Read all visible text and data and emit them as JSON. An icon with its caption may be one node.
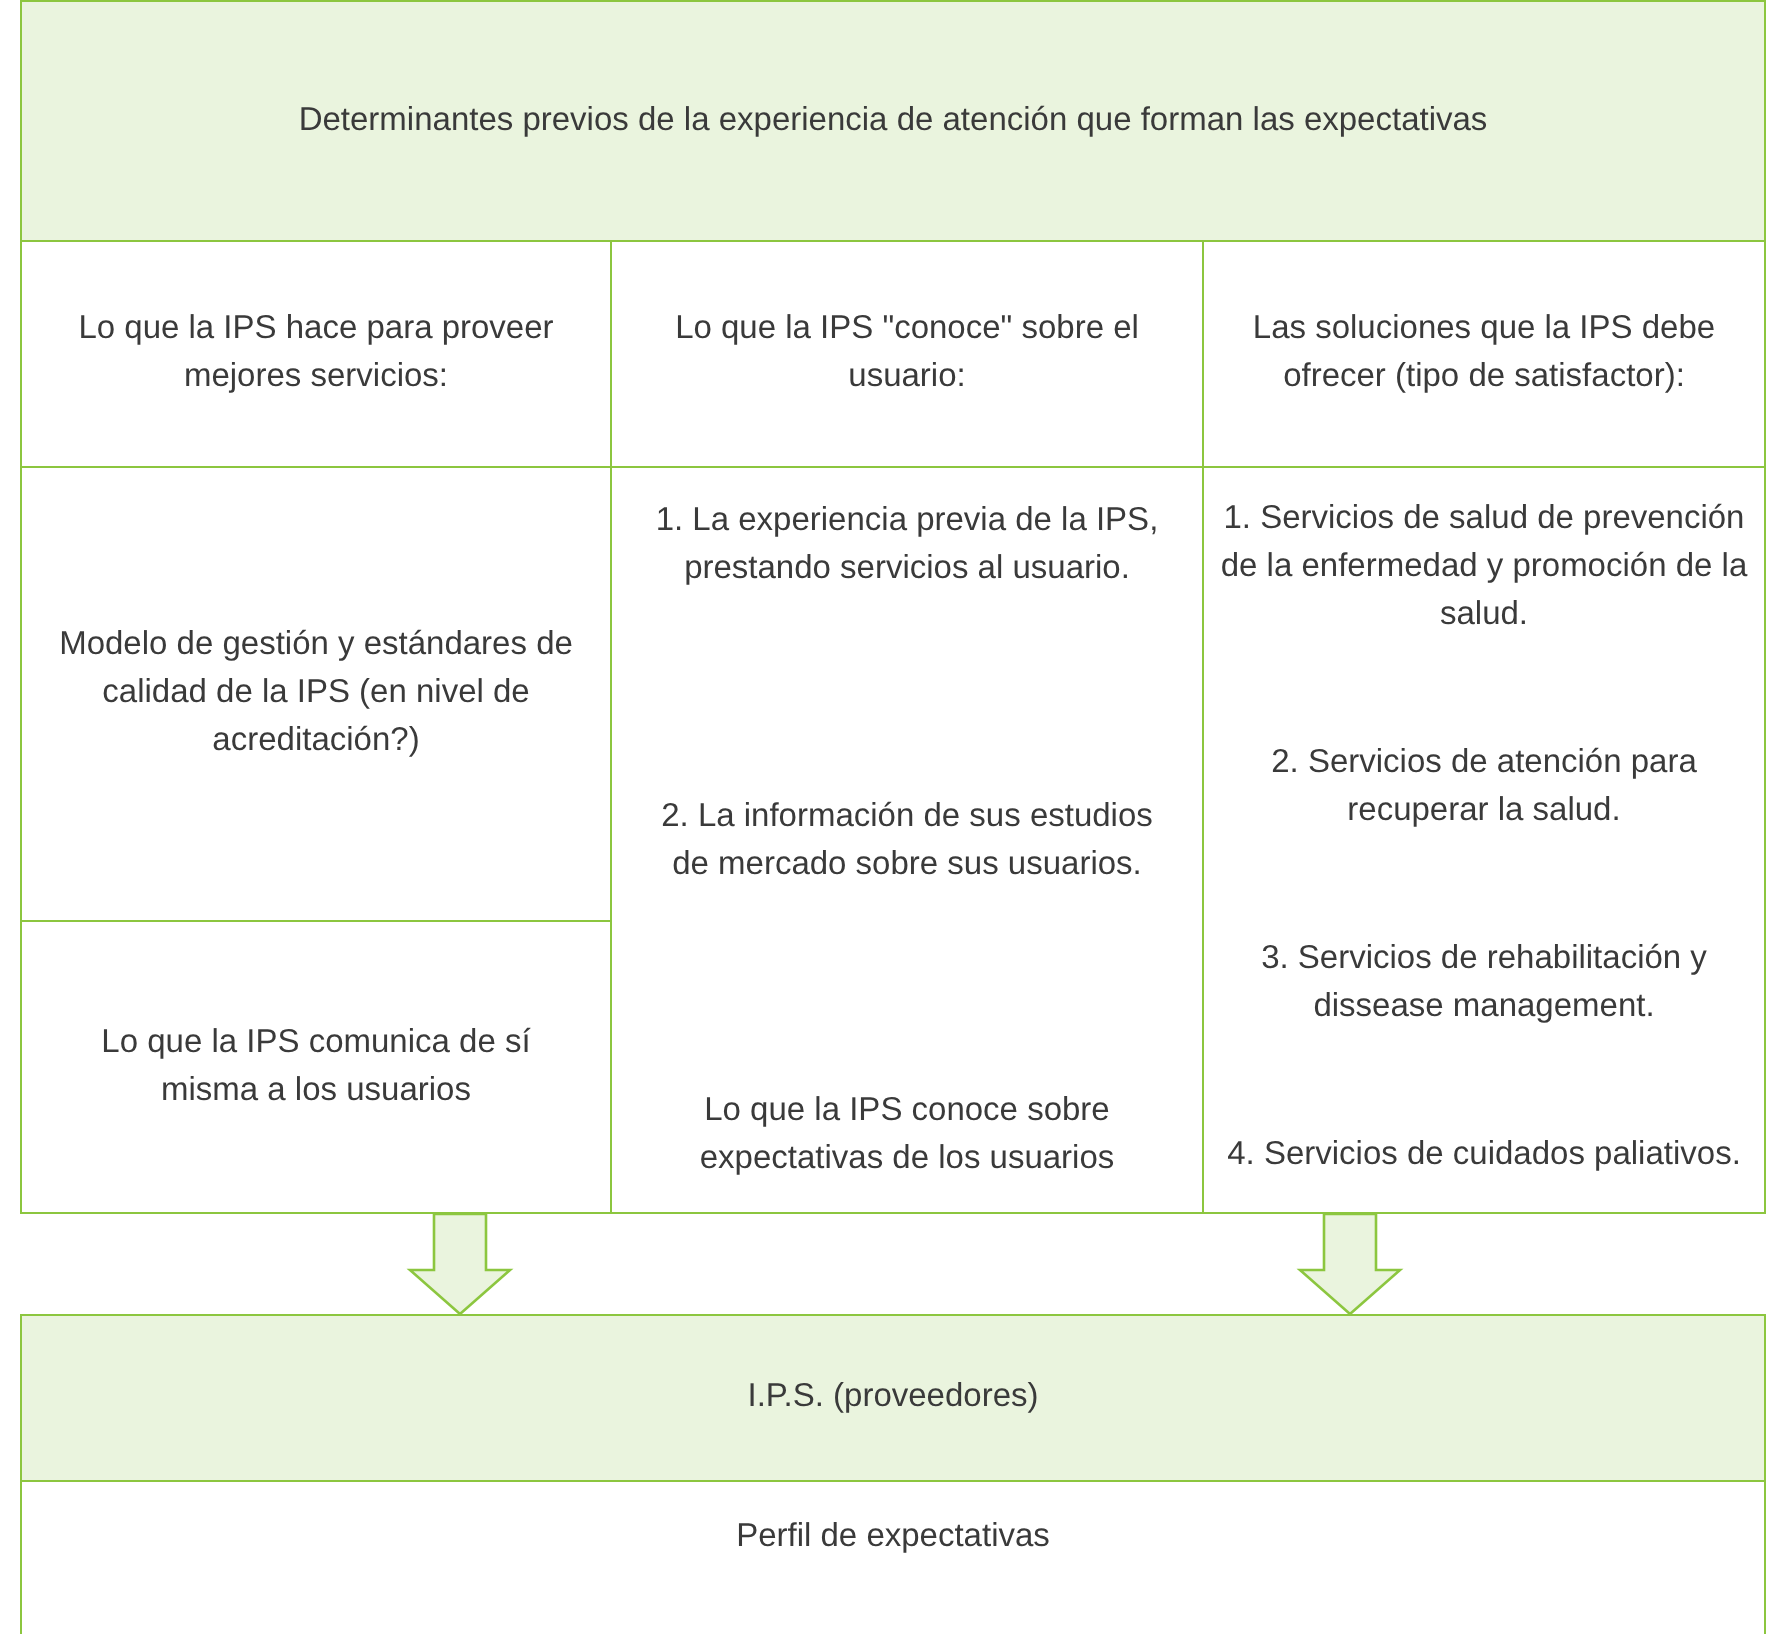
{
  "diagram": {
    "nodes": [
      {
        "text": [
          "Determinantes previos de la experiencia de atención que forman las expectativas"
        ]
      },
      {
        "text": [
          "Lo que la IPS hace para proveer mejores servicios:"
        ]
      },
      {
        "text": [
          "Lo que la IPS \"conoce\" sobre el usuario:"
        ]
      },
      {
        "text": [
          "Las soluciones que la IPS debe ofrecer (tipo de satisfactor):"
        ]
      },
      {
        "text": [
          "Modelo de gestión y estándares de calidad de la IPS (en nivel de acreditación?)"
        ]
      },
      {
        "text": [
          "Lo que la IPS comunica de sí misma a los usuarios"
        ]
      },
      {
        "text": [
          "1. La experiencia previa de la IPS, prestando servicios al usuario.",
          "2. La información de sus estudios de mercado sobre sus usuarios.",
          "Lo que la IPS conoce sobre expectativas de los usuarios"
        ]
      },
      {
        "text": [
          "1. Servicios de salud de prevención de la enfermedad y promoción de la salud.",
          "2. Servicios de atención para recuperar la salud.",
          "3. Servicios de rehabilitación y dissease management.",
          "4. Servicios de cuidados paliativos."
        ]
      },
      {
        "text": [
          "I.P.S. (proveedores)"
        ]
      },
      {
        "text": [
          "Perfil de expectativas"
        ]
      }
    ],
    "edges": [
      {
        "from": 5,
        "to": 8,
        "arrow": "to",
        "style": "thick"
      },
      {
        "from": 7,
        "to": 8,
        "arrow": "to",
        "style": "thick"
      }
    ]
  }
}
